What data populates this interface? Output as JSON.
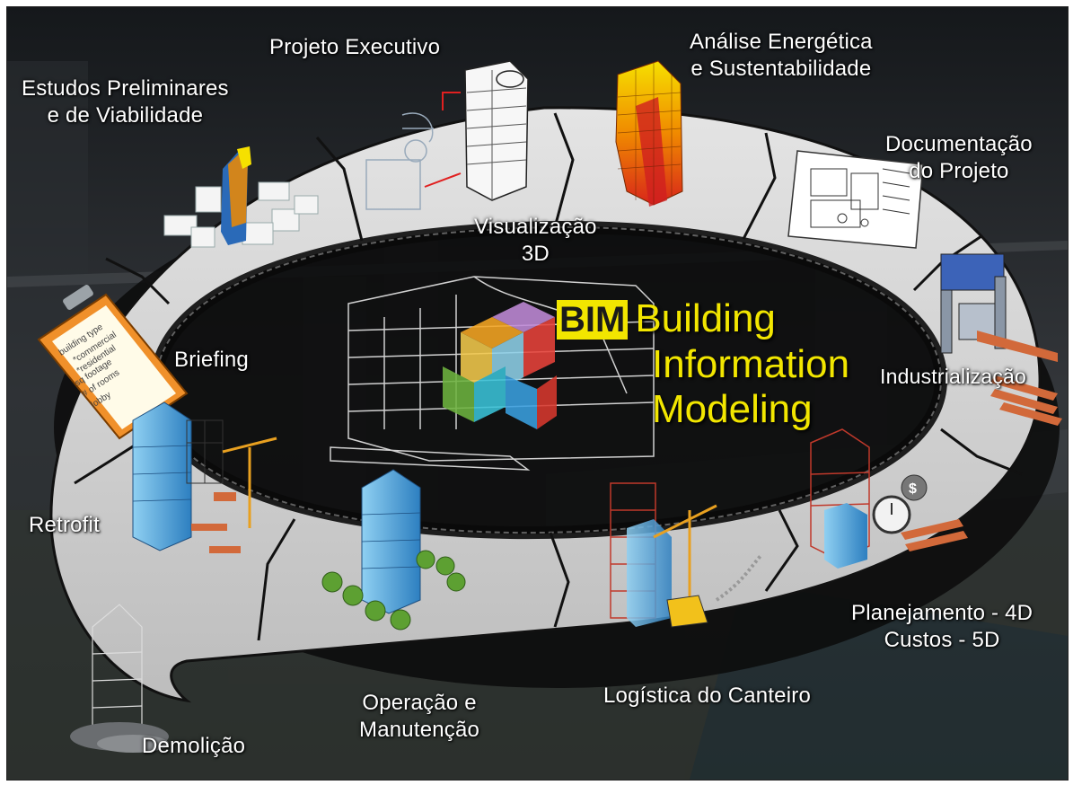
{
  "center": {
    "abbreviation": "BIM",
    "title_lines": [
      "Building",
      "Information",
      "Modeling"
    ]
  },
  "stages": {
    "projeto_executivo": "Projeto Executivo",
    "analise": [
      "Análise Energética",
      "e Sustentabilidade"
    ],
    "estudos": [
      "Estudos Preliminares",
      "e de Viabilidade"
    ],
    "documentacao": [
      "Documentação",
      "do Projeto"
    ],
    "visualizacao": [
      "Visualização",
      "3D"
    ],
    "briefing": "Briefing",
    "industrializacao": "Industrialização",
    "retrofit": "Retrofit",
    "planejamento": [
      "Planejamento - 4D",
      "Custos - 5D"
    ],
    "logistica": "Logística do Canteiro",
    "operacao": [
      "Operação e",
      "Manutenção"
    ],
    "demolicao": "Demolição"
  },
  "checklist": [
    "building type",
    "*commercial",
    "*residential",
    "sq footage",
    "# of rooms",
    "lobby"
  ],
  "colors": {
    "ring": "#d9d9d9",
    "ring_edge": "#111111",
    "title_yellow": "#f2e600",
    "building_blue": "#4aa3d8",
    "crane_orange": "#e8a020",
    "brick": "#d2693a"
  }
}
